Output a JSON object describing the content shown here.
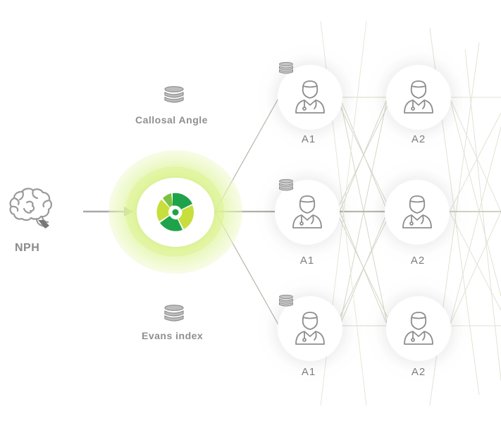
{
  "input": {
    "label": "NPH",
    "icon": "brain-icon"
  },
  "features": [
    {
      "label": "Callosal Angle",
      "icon": "database-icon"
    },
    {
      "label": "Evans index",
      "icon": "database-icon"
    }
  ],
  "hub": {
    "icon": "aperture-logo-icon",
    "colors": [
      "#1ea34a",
      "#c8de3c",
      "#7cc242"
    ]
  },
  "layer1": [
    {
      "label": "A1",
      "icon": "doctor-icon"
    },
    {
      "label": "A1",
      "icon": "doctor-icon"
    },
    {
      "label": "A1",
      "icon": "doctor-icon"
    }
  ],
  "layer2": [
    {
      "label": "A2",
      "icon": "doctor-icon"
    },
    {
      "label": "A2",
      "icon": "doctor-icon"
    },
    {
      "label": "A2",
      "icon": "doctor-icon"
    }
  ],
  "colors": {
    "text": "#8f8f8f",
    "line": "#d6d6c4",
    "glow": "#e2f5a0",
    "accent_green": "#1ea34a"
  }
}
